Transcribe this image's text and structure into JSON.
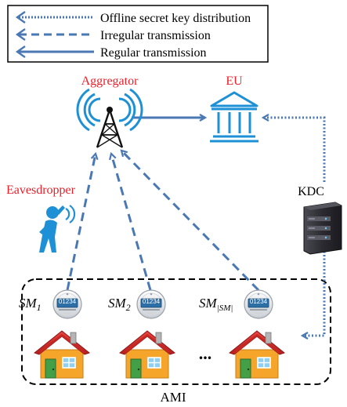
{
  "legend": {
    "items": [
      {
        "label": "Offline secret key distribution",
        "style": "dotted"
      },
      {
        "label": "Irregular transmission",
        "style": "dashed"
      },
      {
        "label": "Regular transmission",
        "style": "solid"
      }
    ]
  },
  "nodes": {
    "aggregator": "Aggregator",
    "eu": "EU",
    "eavesdropper": "Eavesdropper",
    "kdc": "KDC",
    "ami": "AMI",
    "ellipsis": "...",
    "meters": [
      {
        "main": "SM",
        "sub": "1",
        "display": "01234"
      },
      {
        "main": "SM",
        "sub": "2",
        "display": "01234"
      },
      {
        "main": "SM",
        "sub": "|SM|",
        "display": "01234"
      }
    ]
  },
  "colors": {
    "arrow": "#4a78b4",
    "red_label": "#e8202a",
    "house_wall": "#f5a62a",
    "roof": "#d8322e",
    "door": "#43a047",
    "icon_blue": "#1e90d6",
    "server_dark": "#2d2d33"
  }
}
